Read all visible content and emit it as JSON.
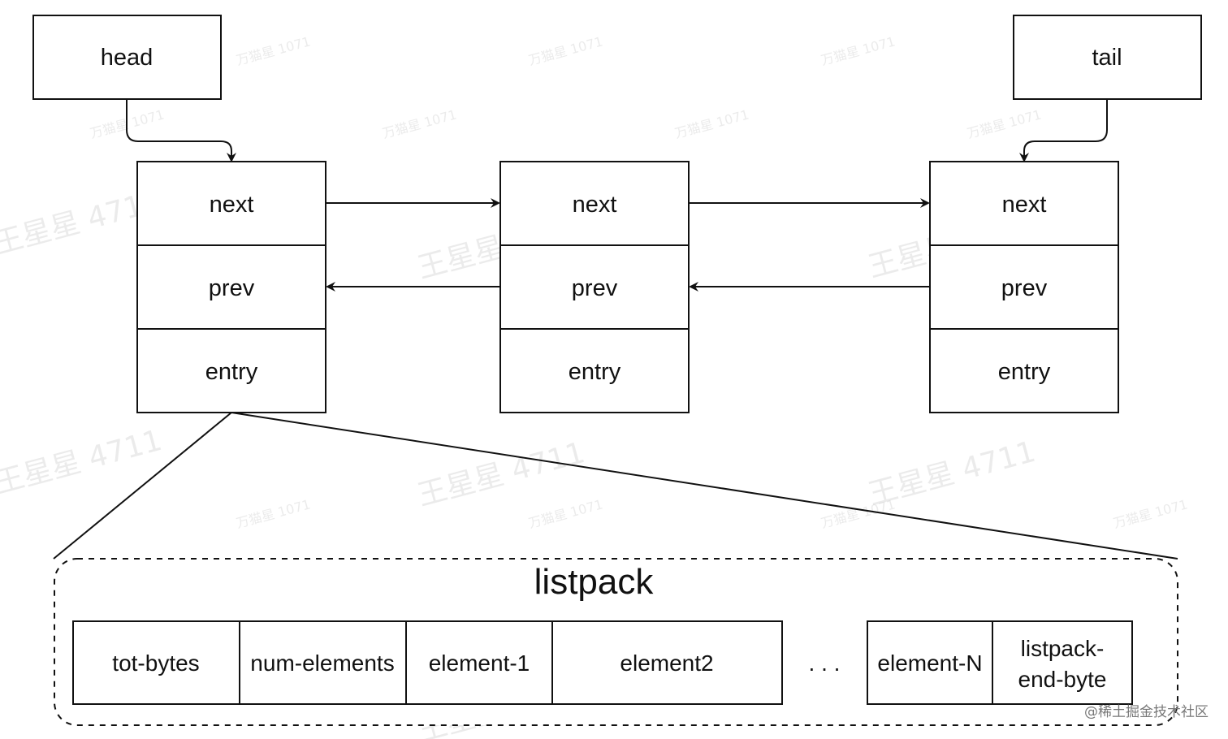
{
  "pointers": {
    "head_label": "head",
    "tail_label": "tail"
  },
  "nodes": [
    {
      "fields": [
        "next",
        "prev",
        "entry"
      ]
    },
    {
      "fields": [
        "next",
        "prev",
        "entry"
      ]
    },
    {
      "fields": [
        "next",
        "prev",
        "entry"
      ]
    }
  ],
  "listpack": {
    "title": "listpack",
    "cells": [
      "tot-bytes",
      "num-elements",
      "element-1",
      "element2"
    ],
    "ellipsis": ". . .",
    "tail_cells": [
      "element-N"
    ],
    "end_cell_lines": [
      "listpack-",
      "end-byte"
    ]
  },
  "watermark": {
    "large": "王星星 4711",
    "small": "万猫星 1071"
  },
  "credit": "@稀土掘金技术社区",
  "colors": {
    "stroke": "#111111",
    "background": "#ffffff",
    "watermark": "#c8c8c8"
  }
}
